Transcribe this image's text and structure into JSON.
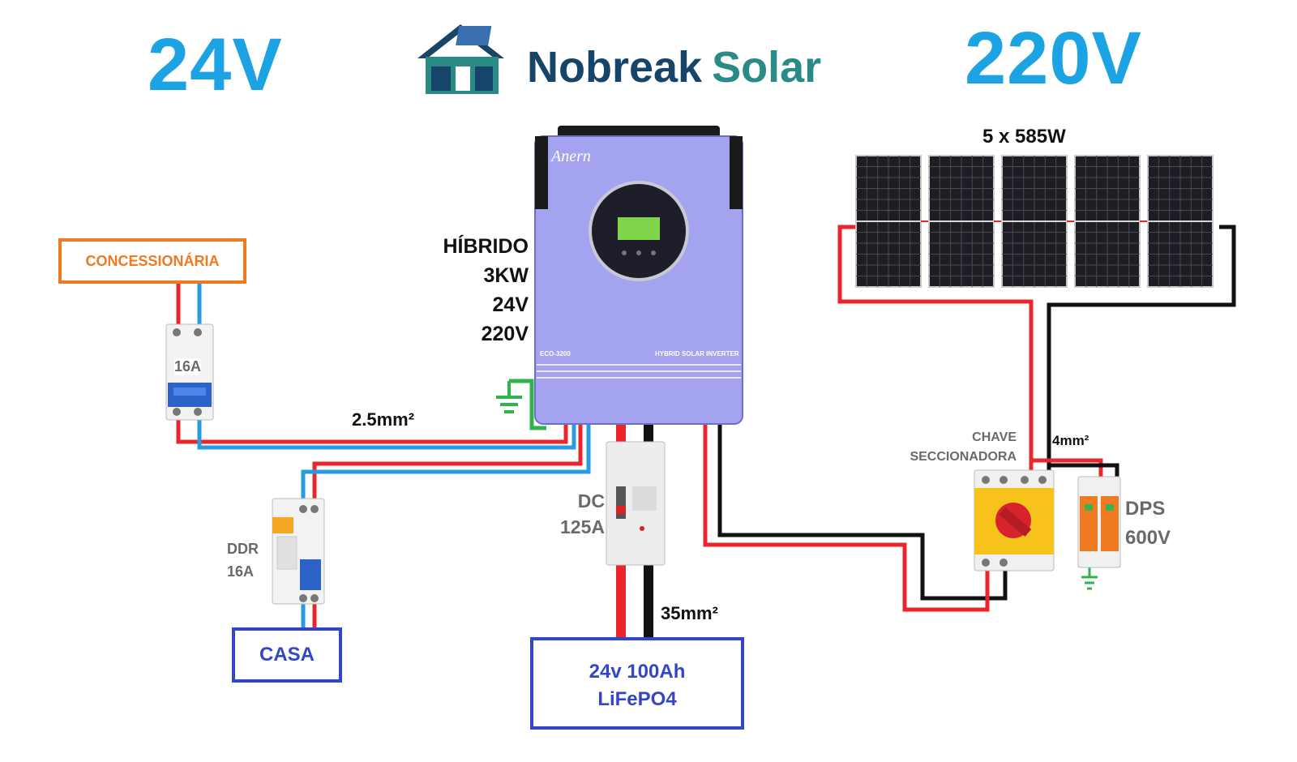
{
  "header": {
    "left_voltage": "24V",
    "right_voltage": "220V",
    "logo": {
      "word1": "Nobreak",
      "word2": "Solar",
      "icon": "house-battery-icon"
    }
  },
  "inverter": {
    "brand": "Anern",
    "model": "ECO-3200",
    "subtitle": "HYBRID SOLAR INVERTER",
    "specs": [
      "HÍBRIDO",
      "3KW",
      "24V",
      "220V"
    ]
  },
  "solar_array": {
    "label": "5 x 585W",
    "panel_count": 5
  },
  "grid_source": {
    "label": "CONCESSIONÁRIA"
  },
  "ac_breaker": {
    "label": "16A"
  },
  "ac_cable": {
    "label": "2.5mm²"
  },
  "rcd": {
    "label_line1": "DDR",
    "label_line2": "16A"
  },
  "load": {
    "label": "CASA"
  },
  "dc_breaker": {
    "label_line1": "DC",
    "label_line2": "125A"
  },
  "battery_cable": {
    "label": "35mm²"
  },
  "battery": {
    "line1": "24v 100Ah",
    "line2": "LiFePO4"
  },
  "pv_switch": {
    "label_line1": "CHAVE",
    "label_line2": "SECCIONADORA"
  },
  "pv_cable": {
    "label": "4mm²"
  },
  "surge_protector": {
    "label_line1": "DPS",
    "label_line2": "600V"
  },
  "colors": {
    "accent_blue": "#1ca3e3",
    "logo_navy": "#17456a",
    "logo_teal": "#2a8a86",
    "wire_red": "#e8262b",
    "wire_black": "#111111",
    "wire_blue": "#2a9be0",
    "wire_green": "#2fb34a",
    "grid_orange": "#f07a22",
    "box_blue": "#3346c8",
    "inverter_lavender": "#a3a3f0"
  }
}
